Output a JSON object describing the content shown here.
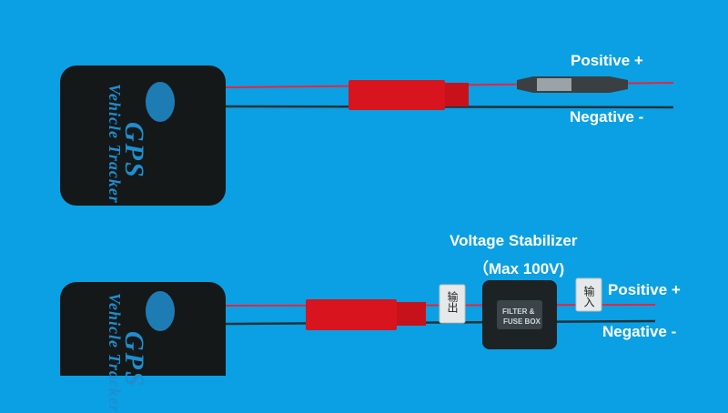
{
  "tracker": {
    "brand": "GPS",
    "product": "Vehicle Tracker"
  },
  "top_wiring": {
    "positive_label": "Positive +",
    "negative_label": "Negative -"
  },
  "bottom_wiring": {
    "title": "Voltage Stabilizer",
    "subtitle": "（Max 100V)",
    "positive_label": "Positive +",
    "negative_label": "Negative -",
    "box_line1": "FILTER &",
    "box_line2": "FUSE BOX",
    "tag_output": "输出",
    "tag_input": "输入"
  },
  "colors": {
    "background": "#0aa0e3",
    "device": "#151819",
    "red_wire": "#e8253a",
    "connector": "#d8141e"
  }
}
